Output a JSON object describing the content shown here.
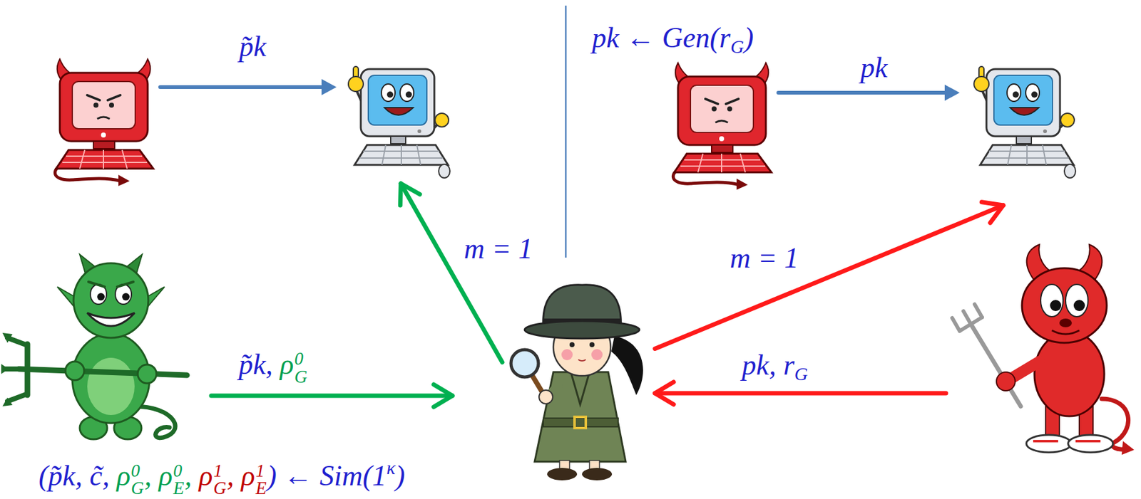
{
  "diagram": {
    "nodes": [
      {
        "text": []
      },
      {
        "text": []
      },
      {
        "text": [
          "pk ← Gen(rG)"
        ]
      },
      {
        "text": []
      },
      {
        "text": [
          "(p̃k, c̃, ρG0, ρE0, ρG1, ρE1) ← Sim(1κ)"
        ]
      },
      {
        "text": []
      },
      {
        "text": []
      }
    ],
    "edges": [
      {
        "from": 0,
        "to": 1,
        "arrow": "to",
        "label": "p̃k"
      },
      {
        "from": 2,
        "to": 3,
        "arrow": "to",
        "label": "pk"
      },
      {
        "from": 4,
        "to": 5,
        "arrow": "to",
        "label": "p̃k, ρG0"
      },
      {
        "from": 5,
        "to": 1,
        "arrow": "to",
        "label": "m = 1"
      },
      {
        "from": 5,
        "to": 3,
        "arrow": "to",
        "label": "m = 1"
      },
      {
        "from": 6,
        "to": 5,
        "arrow": "to",
        "label": "pk, rG"
      }
    ]
  }
}
